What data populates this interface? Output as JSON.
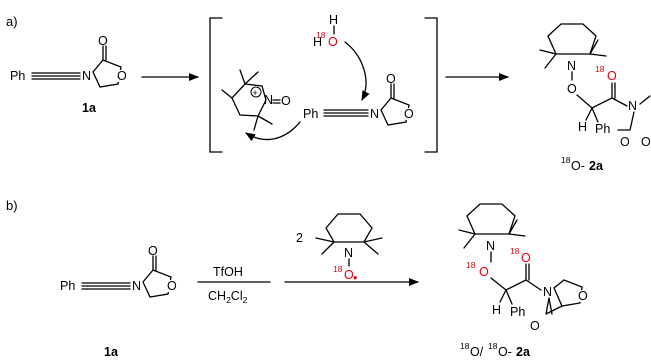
{
  "panel_a": {
    "label": "a)",
    "reactant_ph": "Ph",
    "reactant_compound": "1a",
    "water_h1": "H",
    "water_h2": "H",
    "water_iso": "18",
    "water_o": "O",
    "intermediate_ph": "Ph",
    "nitroxide_n": "N",
    "nitroxide_o": "O",
    "nitroxide_charge": "+",
    "product_iso_o": "18",
    "product_o": "O",
    "product_h": "H",
    "product_ph": "Ph",
    "product_n": "N",
    "product_compound_iso": "18",
    "product_compound": "O-",
    "product_compound_bold": "2a"
  },
  "panel_b": {
    "label": "b)",
    "reactant_ph": "Ph",
    "reactant_compound": "1a",
    "reagent_top": "TfOH",
    "reagent_bottom_main": "CH",
    "reagent_bottom_sub1": "2",
    "reagent_bottom_cl": "Cl",
    "reagent_bottom_sub2": "2",
    "equiv": "2",
    "tempo_n": "N",
    "tempo_iso": "18",
    "tempo_o": "O",
    "tempo_radical": "•",
    "product_iso_o1": "18",
    "product_o1": "O",
    "product_iso_o2": "18",
    "product_o2": "O",
    "product_h": "H",
    "product_ph": "Ph",
    "product_n": "N",
    "product_compound_iso1": "18",
    "product_compound_mid": "O/",
    "product_compound_iso2": "18",
    "product_compound_o": "O-",
    "product_compound_bold": "2a"
  },
  "colors": {
    "isotope_label": "#e8000b",
    "bond": "#000000"
  }
}
